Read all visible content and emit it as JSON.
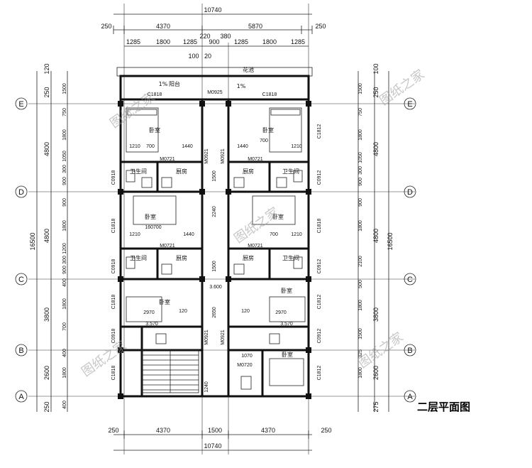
{
  "title": "二层平面图",
  "watermark": "图纸之家",
  "overall_width": "10740",
  "overall_depth": "16500",
  "top_dims_row1": [
    "250",
    "4370",
    "5870",
    "250"
  ],
  "top_dims_row2": [
    "1285",
    "1800",
    "1285",
    "900",
    "1285",
    "1800",
    "1285"
  ],
  "top_small": [
    "220",
    "380",
    "100",
    "20"
  ],
  "bottom_dims": [
    "250",
    "4370",
    "1500",
    "4370",
    "250"
  ],
  "bottom_total": "10740",
  "left_dims_outer": [
    "120",
    "250",
    "4800",
    "4800",
    "3800",
    "2600",
    "250"
  ],
  "left_dims_inner": [
    "1500",
    "750",
    "1800",
    "1050",
    "300",
    "900",
    "900",
    "1800",
    "1200",
    "300",
    "900",
    "400",
    "1800",
    "700",
    "400",
    "1800",
    "400"
  ],
  "right_dims_outer": [
    "100",
    "250",
    "4800",
    "4800",
    "3800",
    "2600",
    "275"
  ],
  "right_dims_inner": [
    "1500",
    "750",
    "1800",
    "1050",
    "300",
    "900",
    "900",
    "1800",
    "2100",
    "500",
    "1800",
    "1500",
    "325",
    "1800"
  ],
  "axes": [
    "E",
    "D",
    "C",
    "B",
    "A"
  ],
  "rooms": {
    "balcony": "阳台",
    "flower": "花池",
    "bedroom": "卧室",
    "toilet": "卫生间",
    "kitchen": "厨房"
  },
  "slope": "1%",
  "codes": {
    "c1818": "C1818",
    "c1812": "C1812",
    "c0918": "C0918",
    "c0912": "C0912",
    "m0925": "M0925",
    "m0721": "M0721",
    "m0921": "M0921",
    "m0720": "M0720"
  },
  "interior_nums": {
    "n1210": "1210",
    "n700": "700",
    "n1440": "1440",
    "n2240": "2240",
    "n1500": "1500",
    "n2970": "2970",
    "n120": "120",
    "n3600": "3.600",
    "n2650": "2650",
    "n160700": "160700",
    "n1070": "1070",
    "n1240": "1240",
    "n3570": "3.570"
  }
}
